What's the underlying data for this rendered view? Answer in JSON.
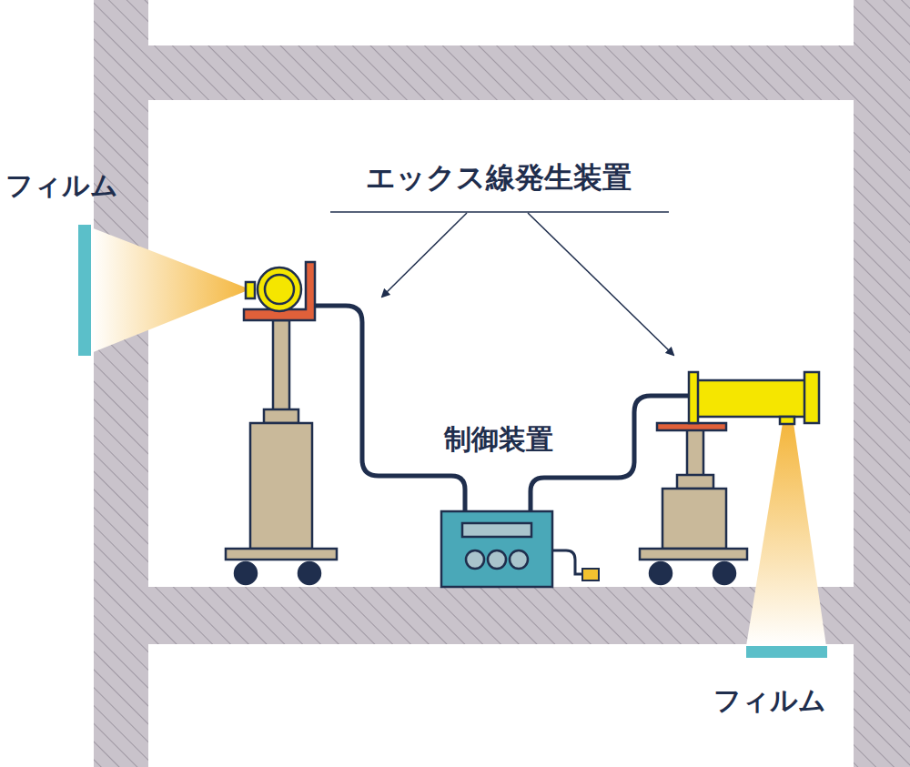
{
  "diagram": {
    "labels": [
      "フィルム",
      "エックス線発生装置",
      "制御装置",
      "フィルム"
    ]
  }
}
